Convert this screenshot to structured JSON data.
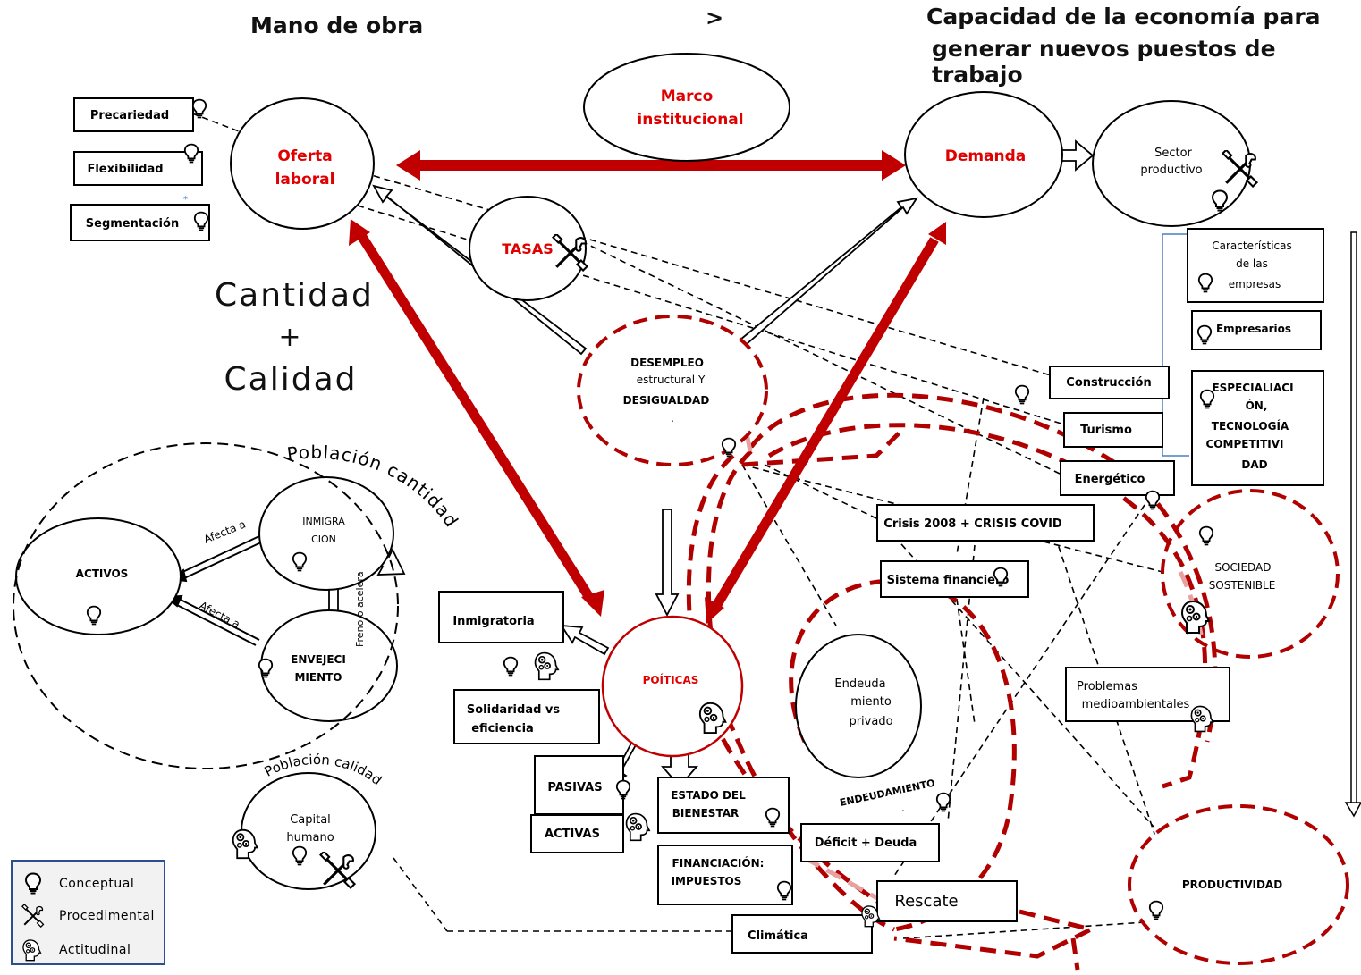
{
  "headers": {
    "mano_de_obra": "Mano de obra",
    "comparator": ">",
    "capacidad_line1": "Capacidad de la economía para",
    "capacidad_line2": "generar nuevos puestos de trabajo"
  },
  "cantidad_calidad": {
    "line1": "Cantidad",
    "line2": "+",
    "line3": "Calidad"
  },
  "nodes": {
    "marco_line1": "Marco",
    "marco_line2": "institucional",
    "oferta_line1": "Oferta",
    "oferta_line2": "laboral",
    "demanda": "Demanda",
    "sector_line1": "Sector",
    "sector_line2": "productivo",
    "tasas": "TASAS",
    "desempleo_line1": "DESEMPLEO",
    "desempleo_line2": "estructural Y",
    "desempleo_line3": "DESIGUALDAD",
    "desempleo_line4": ".",
    "politicas": "POÍTICAS",
    "activos_circle": "ACTIVOS",
    "inmigracion_line1": "INMIGRA",
    "inmigracion_line2": "CIÓN",
    "envejecimiento_line1": "ENVEJECI",
    "envejecimiento_line2": "MIENTO",
    "capital_line1": "Capital",
    "capital_line2": "humano",
    "endeudamiento_line1": "Endeuda",
    "endeudamiento_line2": "miento",
    "endeudamiento_line3": "privado",
    "sociedad_line1": "SOCIEDAD",
    "sociedad_line2": "SOSTENIBLE",
    "productividad": "PRODUCTIVIDAD"
  },
  "boxes": {
    "precariedad": "Precariedad",
    "flexibilidad": "Flexibilidad",
    "segmentacion": "Segmentación",
    "caracteristicas_line1": "Características",
    "caracteristicas_line2": "de las",
    "caracteristicas_line3": "empresas",
    "empresarios": "Empresarios",
    "especializacion_line1": "ESPECIALIACI",
    "especializacion_line2": "ÓN,",
    "especializacion_line3": "TECNOLOGÍA",
    "especializacion_line4": "COMPETITIVI",
    "especializacion_line5": "DAD",
    "construccion": "Construcción",
    "turismo": "Turismo",
    "energetico": "Energético",
    "crisis": "Crisis 2008 + CRISIS COVID",
    "sistema_financiero": "Sistema financiero",
    "inmigratoria": "Inmigratoria",
    "solidaridad_line1": "Solidaridad vs",
    "solidaridad_line2": "eficiencia",
    "pasivas": "PASIVAS",
    "activas": "ACTIVAS",
    "estado_line1": "ESTADO DEL",
    "estado_line2": "BIENESTAR",
    "financiacion_line1": "FINANCIACIÓN:",
    "financiacion_line2": "IMPUESTOS",
    "deficit": "Déficit + Deuda",
    "rescate": "Rescate",
    "climatica": "Climática",
    "problemas_line1": "Problemas",
    "problemas_line2": "medioambientales"
  },
  "labels": {
    "poblacion_cantidad": "Población cantidad",
    "poblacion_calidad": "Población calidad",
    "afecta_a_1": "Afecta a",
    "afecta_a_2": "Afecta a",
    "freno_acelera": "Freno o acelera",
    "endeudamiento_label": "ENDEUDAMIENTO",
    "endeudamiento_dot": ".",
    "asterisk": "*"
  },
  "legend": {
    "conceptual": "Conceptual",
    "procedimental": "Procedimental",
    "actitudinal": "Actitudinal"
  },
  "icons": {
    "conceptual": "lightbulb-icon",
    "procedimental": "tools-icon",
    "actitudinal": "head-gears-icon"
  },
  "colors": {
    "red_arrow": "#c00000",
    "dashed_red": "#b00000",
    "title_red": "#e00000",
    "legend_border": "#2e4f8f"
  }
}
